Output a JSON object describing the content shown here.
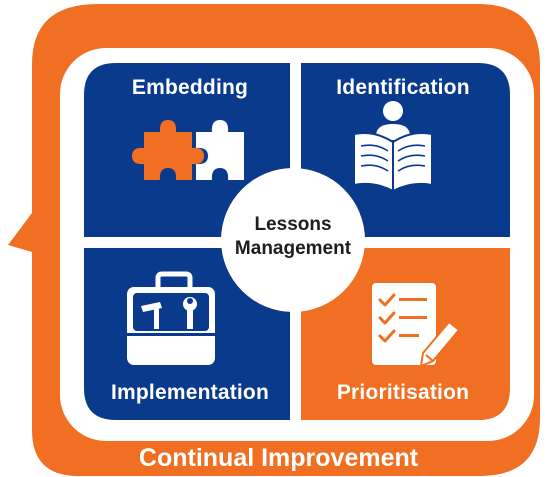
{
  "diagram": {
    "center": {
      "line1": "Lessons",
      "line2": "Management"
    },
    "quadrants": [
      {
        "id": "embedding",
        "label": "Embedding",
        "icon": "puzzle-icon"
      },
      {
        "id": "identification",
        "label": "Identification",
        "icon": "reading-person-icon"
      },
      {
        "id": "implementation",
        "label": "Implementation",
        "icon": "toolbox-icon"
      },
      {
        "id": "prioritisation",
        "label": "Prioritisation",
        "icon": "checklist-pencil-icon"
      }
    ],
    "cycle_label": "Continual Improvement"
  },
  "colors": {
    "orange": "#f06f22",
    "blue": "#0a3a8c",
    "white": "#ffffff",
    "text_dark": "#1e1e1e"
  }
}
